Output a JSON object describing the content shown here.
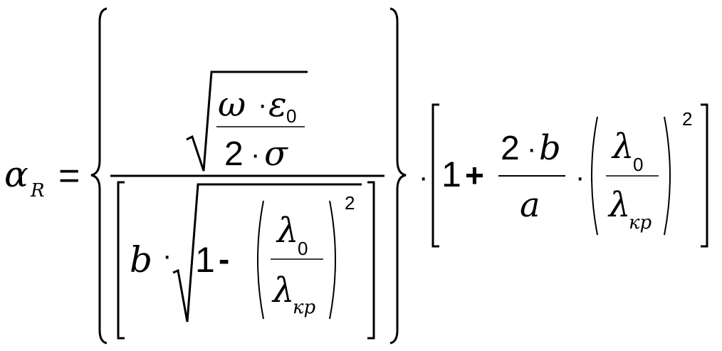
{
  "formula": {
    "lhs": {
      "symbol": "α",
      "subscript": "R"
    },
    "equals": "=",
    "brace": {
      "numerator": {
        "omega": "ω",
        "dot": "·",
        "epsilon": "ε",
        "epsilon_sub": "0",
        "two": "2",
        "sigma": "σ"
      },
      "denominator": {
        "b": "b",
        "dot": "·",
        "one": "1",
        "minus": "-",
        "lambda_num": "λ",
        "lambda_num_sub": "0",
        "lambda_den": "λ",
        "lambda_den_sub": "кр",
        "exponent": "2"
      }
    },
    "outer_dot": "·",
    "bracket": {
      "one": "1",
      "plus": "+",
      "frac_num_two": "2",
      "frac_num_dot": "·",
      "frac_num_b": "b",
      "frac_den_a": "a",
      "dot": "·",
      "lambda_num": "λ",
      "lambda_num_sub": "0",
      "lambda_den": "λ",
      "lambda_den_sub": "кр",
      "exponent": "2"
    }
  }
}
